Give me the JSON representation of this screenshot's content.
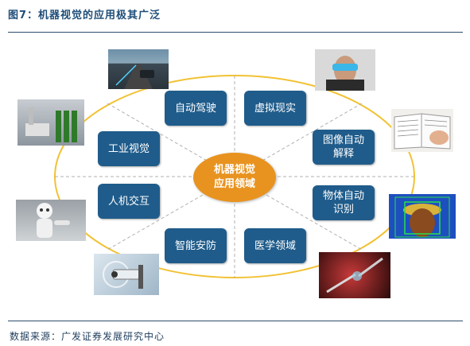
{
  "title": "图7：机器视觉的应用极其广泛",
  "center": {
    "line1": "机器视觉",
    "line2": "应用领域"
  },
  "areas": [
    {
      "line1": "自动驾驶",
      "line2": ""
    },
    {
      "line1": "虚拟现实",
      "line2": ""
    },
    {
      "line1": "工业视觉",
      "line2": ""
    },
    {
      "line1": "图像自动",
      "line2": "解释"
    },
    {
      "line1": "人机交互",
      "line2": ""
    },
    {
      "line1": "物体自动",
      "line2": "识别"
    },
    {
      "line1": "智能安防",
      "line2": ""
    },
    {
      "line1": "医学领域",
      "line2": ""
    }
  ],
  "source": "数据来源：广发证券发展研究中心",
  "colors": {
    "ellipse": "#f2c233",
    "box": "#1f5c8b",
    "center": "#e8931f",
    "title": "#1f4e79"
  },
  "images": [
    "car-road-photo",
    "vr-goggles-photo",
    "bottles-robot-photo",
    "book-hand-photo",
    "humanoid-robot-photo",
    "dog-detection-photo",
    "security-camera-photo",
    "surgery-photo"
  ]
}
